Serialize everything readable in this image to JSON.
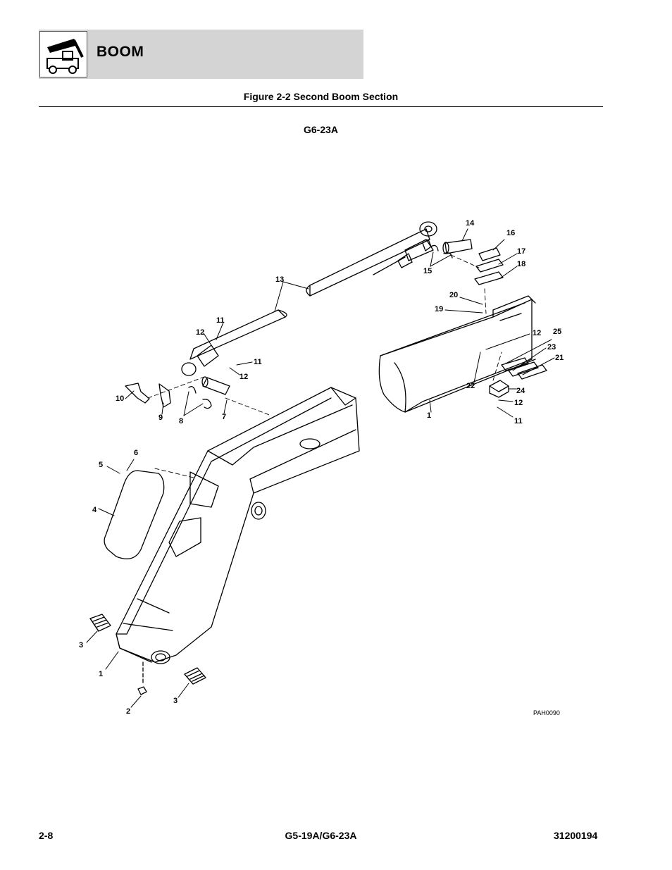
{
  "header": {
    "section_title": "BOOM",
    "icon": "telehandler-boom-icon"
  },
  "figure": {
    "caption": "Figure 2-2 Second Boom Section",
    "model": "G6-23A",
    "drawing_code": "PAH0090"
  },
  "callouts": [
    "1",
    "1",
    "2",
    "3",
    "3",
    "4",
    "5",
    "6",
    "7",
    "8",
    "9",
    "10",
    "11",
    "11",
    "11",
    "12",
    "12",
    "12",
    "12",
    "13",
    "14",
    "15",
    "16",
    "17",
    "18",
    "19",
    "20",
    "21",
    "22",
    "23",
    "24",
    "25"
  ],
  "footer": {
    "page_number": "2-8",
    "models": "G5-19A/G6-23A",
    "doc_number": "31200194"
  }
}
